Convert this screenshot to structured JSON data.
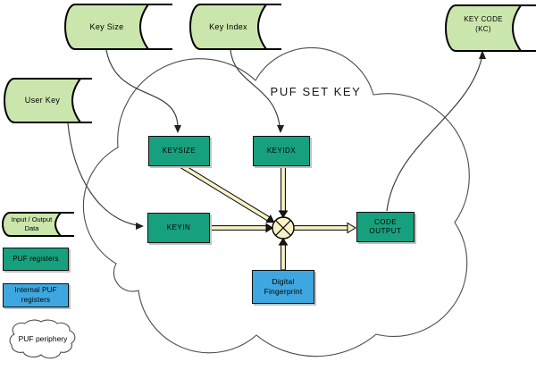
{
  "diagram_title": "PUF SET KEY",
  "stores": {
    "key_size": "Key Size",
    "key_index": "Key Index",
    "user_key": "User Key",
    "key_code_line1": "KEY CODE",
    "key_code_line2": "(KC)"
  },
  "registers": {
    "keysize": "KEYSIZE",
    "keyidx": "KEYIDX",
    "keyin": "KEYIN",
    "code_output_line1": "CODE",
    "code_output_line2": "OUTPUT"
  },
  "internal_registers": {
    "digital_fingerprint_line1": "Digital",
    "digital_fingerprint_line2": "Fingerprint"
  },
  "legend": {
    "io_data_line1": "Input / Output",
    "io_data_line2": "Data",
    "puf_registers": "PUF registers",
    "internal_puf_line1": "Internal PUF",
    "internal_puf_line2": "registers",
    "puf_periphery": "PUF periphery"
  },
  "colors": {
    "store_fill": "#cbe6ac",
    "register_fill": "#17a07d",
    "internal_register_fill": "#3fa7e0",
    "bus_fill": "#f8f2c6",
    "cloud_stroke": "#4d4d4d"
  }
}
